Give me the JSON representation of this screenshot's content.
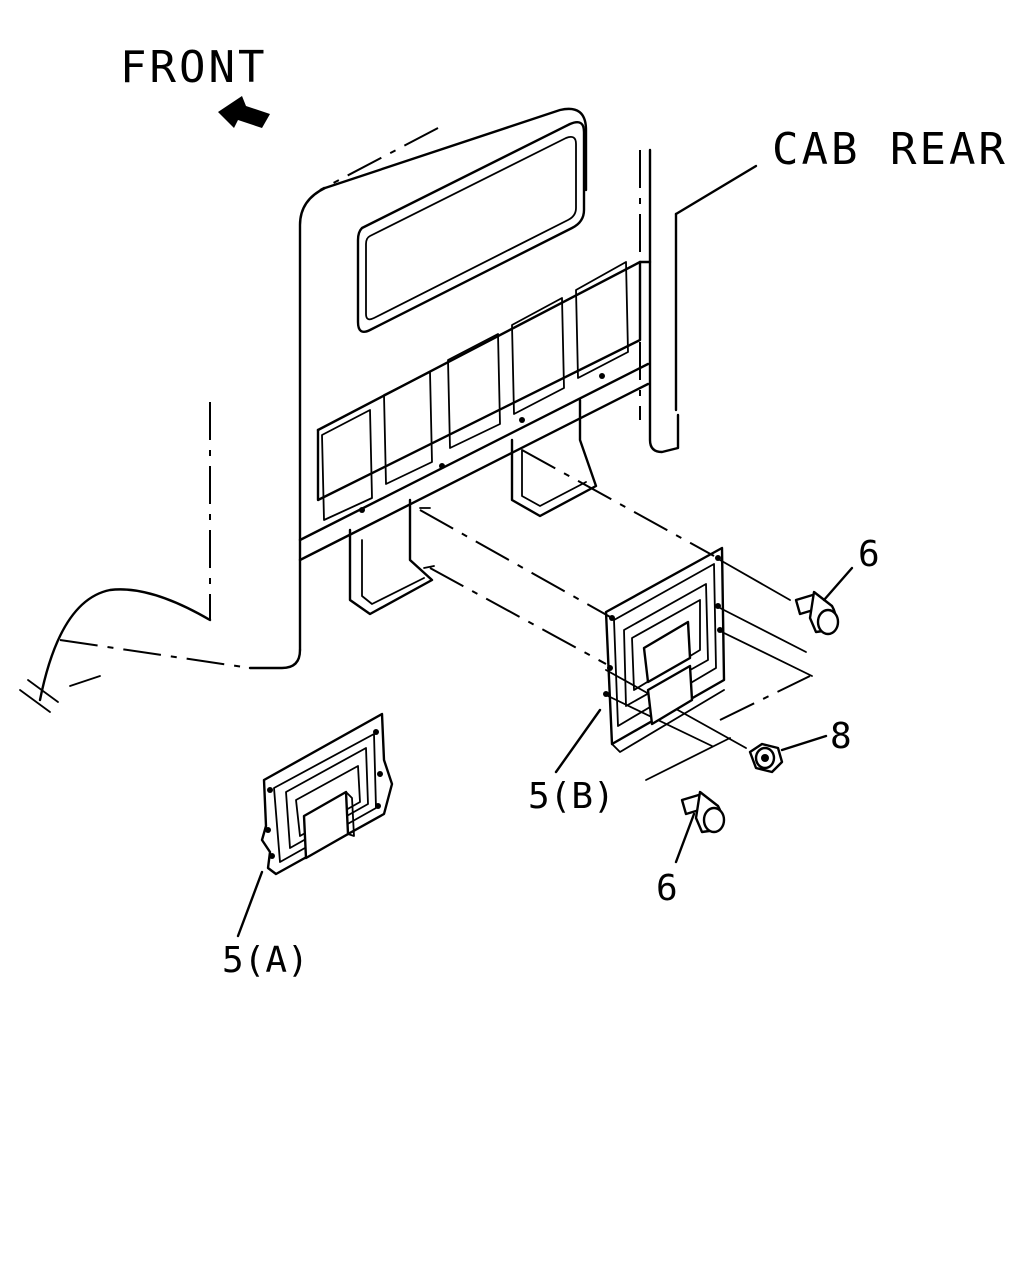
{
  "labels": {
    "front": "FRONT",
    "cab_rear": "CAB REAR",
    "bolt_top": "6",
    "nut": "8",
    "bolt_bottom": "6",
    "part_b": "5(B)",
    "part_a": "5(A)"
  },
  "colors": {
    "ink": "#000000",
    "paper": "#ffffff"
  }
}
